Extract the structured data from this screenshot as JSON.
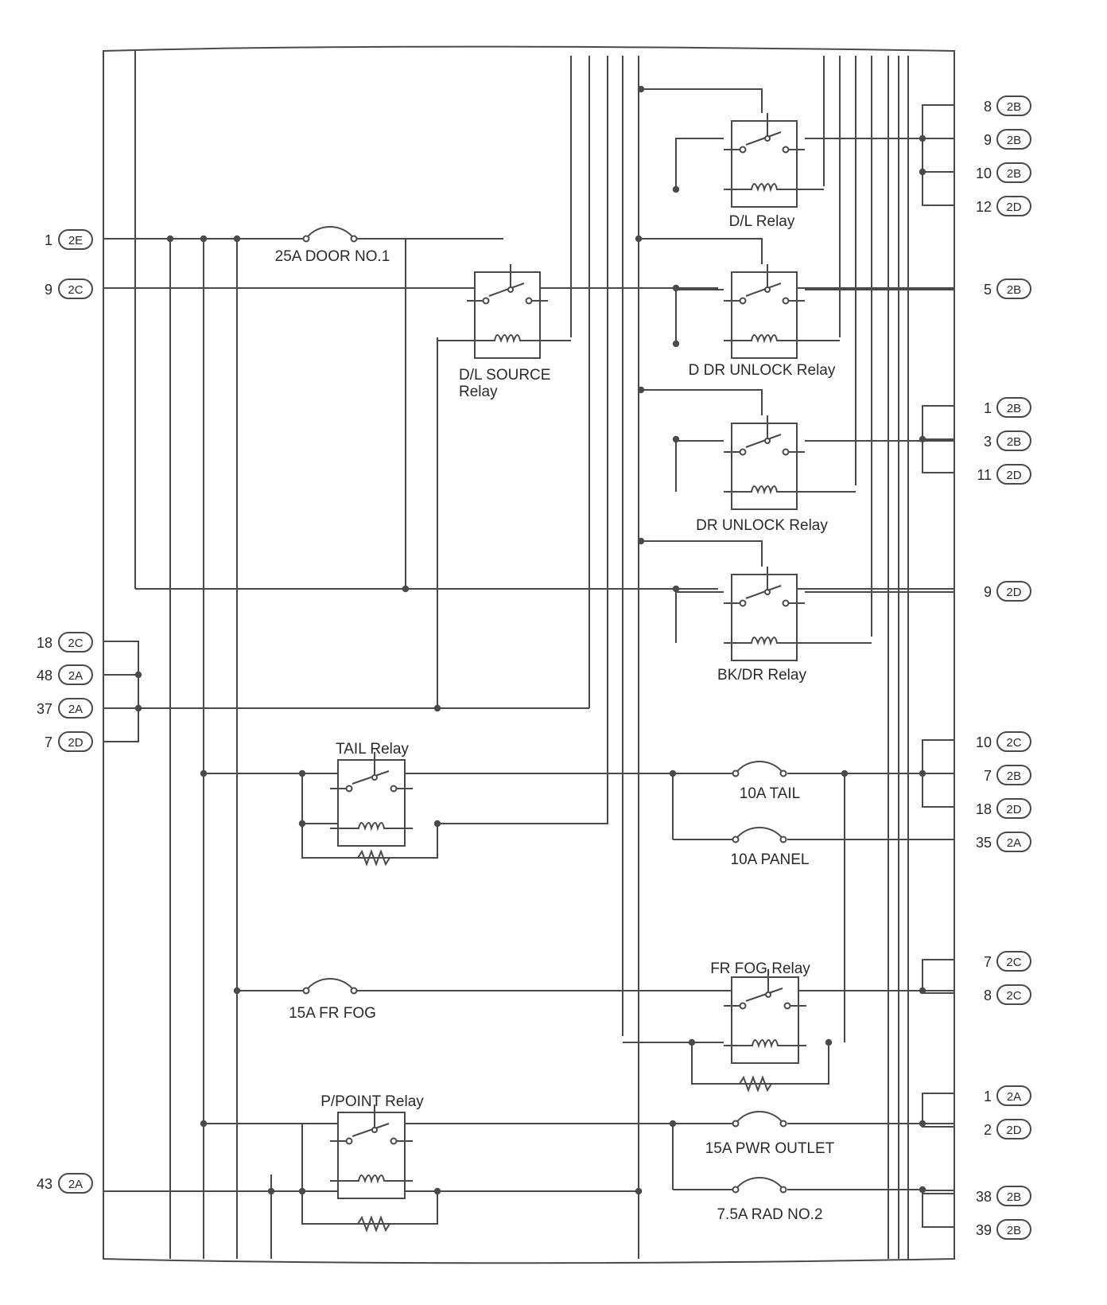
{
  "colors": {
    "line": "#4a4a4a",
    "text": "#2a2a2a",
    "background": "#ffffff"
  },
  "connectors_left": [
    {
      "pin": "1",
      "code": "2E"
    },
    {
      "pin": "9",
      "code": "2C"
    },
    {
      "pin": "18",
      "code": "2C"
    },
    {
      "pin": "48",
      "code": "2A"
    },
    {
      "pin": "37",
      "code": "2A"
    },
    {
      "pin": "7",
      "code": "2D"
    },
    {
      "pin": "43",
      "code": "2A"
    }
  ],
  "connectors_right": [
    {
      "pin": "8",
      "code": "2B"
    },
    {
      "pin": "9",
      "code": "2B"
    },
    {
      "pin": "10",
      "code": "2B"
    },
    {
      "pin": "12",
      "code": "2D"
    },
    {
      "pin": "5",
      "code": "2B"
    },
    {
      "pin": "1",
      "code": "2B"
    },
    {
      "pin": "3",
      "code": "2B"
    },
    {
      "pin": "11",
      "code": "2D"
    },
    {
      "pin": "9",
      "code": "2D"
    },
    {
      "pin": "10",
      "code": "2C"
    },
    {
      "pin": "7",
      "code": "2B"
    },
    {
      "pin": "18",
      "code": "2D"
    },
    {
      "pin": "35",
      "code": "2A"
    },
    {
      "pin": "7",
      "code": "2C"
    },
    {
      "pin": "8",
      "code": "2C"
    },
    {
      "pin": "1",
      "code": "2A"
    },
    {
      "pin": "2",
      "code": "2D"
    },
    {
      "pin": "38",
      "code": "2B"
    },
    {
      "pin": "39",
      "code": "2B"
    }
  ],
  "fuses": [
    "25A DOOR NO.1",
    "10A TAIL",
    "10A PANEL",
    "15A FR FOG",
    "15A PWR OUTLET",
    "7.5A RAD NO.2"
  ],
  "relays": [
    {
      "line1": "D/L SOURCE",
      "line2": "Relay"
    },
    {
      "line1": "D/L Relay"
    },
    {
      "line1": "D DR UNLOCK Relay"
    },
    {
      "line1": "DR UNLOCK Relay"
    },
    {
      "line1": "BK/DR Relay"
    },
    {
      "line1": "TAIL Relay"
    },
    {
      "line1": "FR FOG Relay"
    },
    {
      "line1": "P/POINT Relay"
    }
  ]
}
